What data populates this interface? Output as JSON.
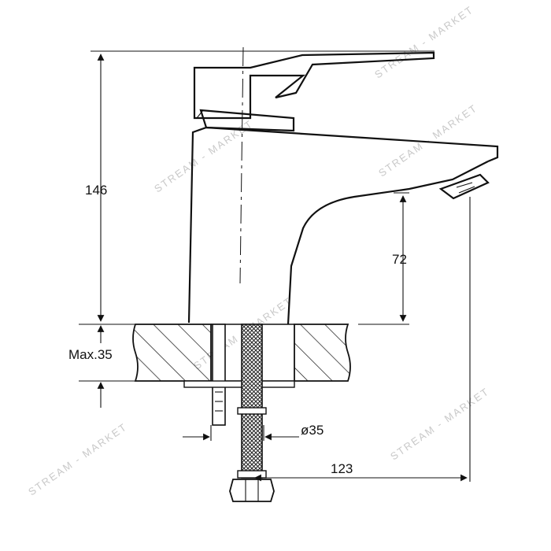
{
  "dimensions": {
    "height_total": "146",
    "spout_height": "72",
    "max_counter_thickness": "Max.35",
    "hole_diameter": "ø35",
    "spout_reach": "123"
  },
  "watermark": {
    "text": "STREAM - MARKET"
  },
  "colors": {
    "line": "#111111",
    "watermark": "#c9c9c9",
    "background": "#ffffff"
  }
}
